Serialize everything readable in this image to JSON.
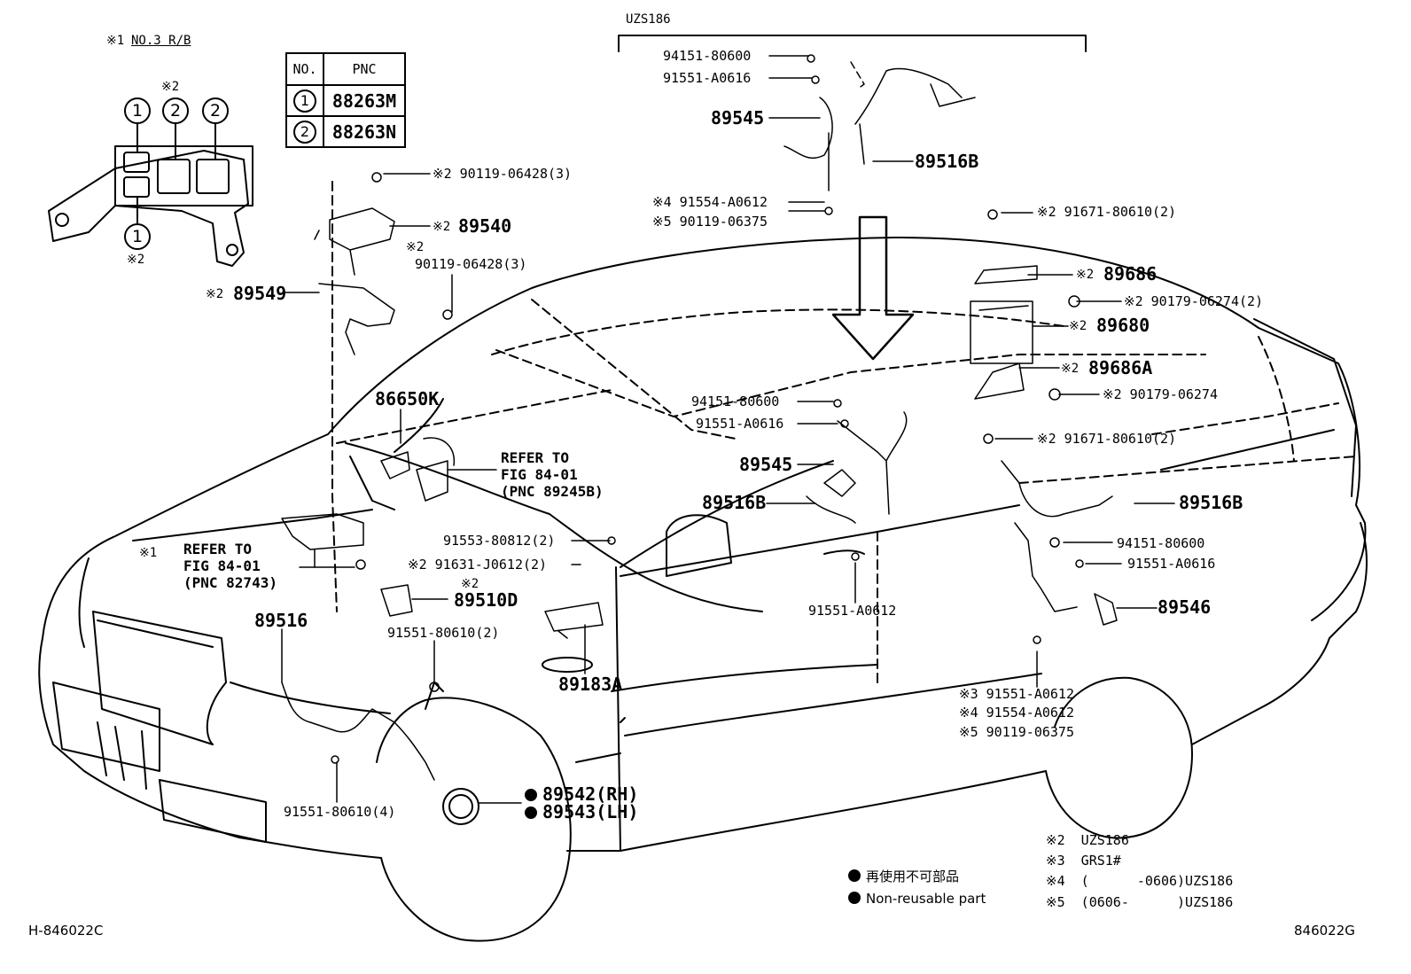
{
  "header": {
    "note": "※1",
    "title": "NO.3 R/B",
    "group_label": "UZS186"
  },
  "relay_box": {
    "positions": [
      "1",
      "2",
      "2",
      "1"
    ],
    "marks": [
      "※2",
      "※2"
    ]
  },
  "pnc_table": {
    "headers": [
      "NO.",
      "PNC"
    ],
    "rows": [
      {
        "no": "1",
        "pnc": "88263M"
      },
      {
        "no": "2",
        "pnc": "88263N"
      }
    ]
  },
  "parts": [
    {
      "id": "p01",
      "text": "94151-80600"
    },
    {
      "id": "p02",
      "text": "91551-A0616"
    },
    {
      "id": "p03",
      "text": "89545",
      "bold": true
    },
    {
      "id": "p04",
      "text": "89516B",
      "bold": true
    },
    {
      "id": "p05",
      "text": "※4 91554-A0612"
    },
    {
      "id": "p06",
      "text": "※5 90119-06375"
    },
    {
      "id": "p07",
      "text": "※2 90119-06428(3)"
    },
    {
      "id": "p08",
      "text": "※2",
      "small": true
    },
    {
      "id": "p08b",
      "text": "89540",
      "bold": true
    },
    {
      "id": "p09",
      "text": "※2"
    },
    {
      "id": "p10",
      "text": "90119-06428(3)"
    },
    {
      "id": "p11",
      "text": "※2",
      "small": true
    },
    {
      "id": "p11b",
      "text": "89549",
      "bold": true
    },
    {
      "id": "p12",
      "text": "86650K",
      "bold": true
    },
    {
      "id": "p13",
      "text": "※2 91671-80610(2)"
    },
    {
      "id": "p14",
      "text": "※2",
      "small": true
    },
    {
      "id": "p14b",
      "text": "89686",
      "bold": true
    },
    {
      "id": "p15",
      "text": "※2 90179-06274(2)"
    },
    {
      "id": "p16",
      "text": "※2",
      "small": true
    },
    {
      "id": "p16b",
      "text": "89680",
      "bold": true
    },
    {
      "id": "p17",
      "text": "※2",
      "small": true
    },
    {
      "id": "p17b",
      "text": "89686A",
      "bold": true
    },
    {
      "id": "p18",
      "text": "※2 90179-06274"
    },
    {
      "id": "p19",
      "text": "※2 91671-80610(2)"
    },
    {
      "id": "p20",
      "text": "94151-80600"
    },
    {
      "id": "p21",
      "text": "91551-A0616"
    },
    {
      "id": "p22",
      "text": "89545",
      "bold": true
    },
    {
      "id": "p23",
      "text": "89516B",
      "bold": true
    },
    {
      "id": "p24",
      "text": "89516B",
      "bold": true
    },
    {
      "id": "p25",
      "text": "91553-80812(2)"
    },
    {
      "id": "p26",
      "text": "※2 91631-J0612(2)"
    },
    {
      "id": "p27",
      "text": "※2"
    },
    {
      "id": "p28",
      "text": "89510D",
      "bold": true
    },
    {
      "id": "p29",
      "text": "91551-80610(2)"
    },
    {
      "id": "p30",
      "text": "89516",
      "bold": true
    },
    {
      "id": "p31",
      "text": "91551-A0612"
    },
    {
      "id": "p32",
      "text": "94151-80600"
    },
    {
      "id": "p33",
      "text": "91551-A0616"
    },
    {
      "id": "p34",
      "text": "89546",
      "bold": true
    },
    {
      "id": "p35",
      "text": "89183A",
      "bold": true
    },
    {
      "id": "p36",
      "text": "※3 91551-A0612"
    },
    {
      "id": "p37",
      "text": "※4 91554-A0612"
    },
    {
      "id": "p38",
      "text": "※5 90119-06375"
    },
    {
      "id": "p39",
      "text": "91551-80610(4)"
    },
    {
      "id": "p40",
      "text": "※1"
    },
    {
      "id": "p41",
      "text": "89542(RH)",
      "bold": true
    },
    {
      "id": "p42",
      "text": "89543(LH)",
      "bold": true
    }
  ],
  "references": [
    {
      "id": "r1",
      "lines": [
        "REFER TO",
        "FIG 84-01",
        "(PNC 89245B)"
      ]
    },
    {
      "id": "r2",
      "lines": [
        "REFER TO",
        "FIG 84-01",
        "(PNC 82743)"
      ]
    }
  ],
  "notes": [
    "※2  UZS186",
    "※3  GRS1#",
    "※4  (      -0606)UZS186",
    "※5  (0606-      )UZS186"
  ],
  "legend": {
    "jp": "再使用不可部品",
    "en": "Non-reusable part"
  },
  "footer": {
    "left": "H-846022C",
    "right": "846022G"
  }
}
